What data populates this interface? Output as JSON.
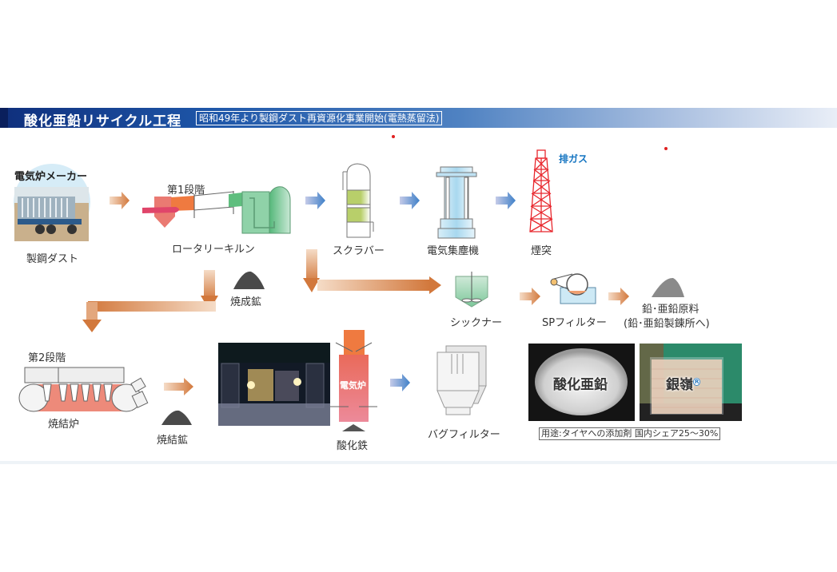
{
  "header": {
    "title": "酸化亜鉛リサイクル工程",
    "subtitle": "昭和49年より製鋼ダスト再資源化事業開始(電熱蒸留法)"
  },
  "colors": {
    "header_dark": "#0f2f7c",
    "orange_arrow": "#d2783c",
    "blue_arrow": "#4f86c6",
    "kiln_green": "#7cc89a",
    "furnace_red": "#ea6a6a",
    "chimney_red": "#e8262c",
    "exhaust_blue": "#1273c0"
  },
  "nodes": {
    "maker": "電気炉メーカー",
    "dust": "製鋼ダスト",
    "stage1": "第1段階",
    "rotary_kiln": "ロータリーキルン",
    "scrubber": "スクラバー",
    "precipitator": "電気集塵機",
    "chimney": "煙突",
    "exhaust": "排ガス",
    "calcined_ore": "焼成鉱",
    "thickener": "シックナー",
    "sp_filter": "SPフィルター",
    "lead_material_1": "鉛･亜鉛原料",
    "lead_material_2": "(鉛･亜鉛製錬所へ)",
    "stage2": "第2段階",
    "sinter_furnace": "焼結炉",
    "sintered_ore": "焼結鉱",
    "electric_furnace": "電気炉",
    "iron_oxide": "酸化鉄",
    "bag_filter": "バグフィルター",
    "zinc_oxide": "酸化亜鉛",
    "ginrei": "銀嶺",
    "registered": "R",
    "usage_note": "用途:タイヤへの添加剤 国内シェア25〜30%"
  }
}
